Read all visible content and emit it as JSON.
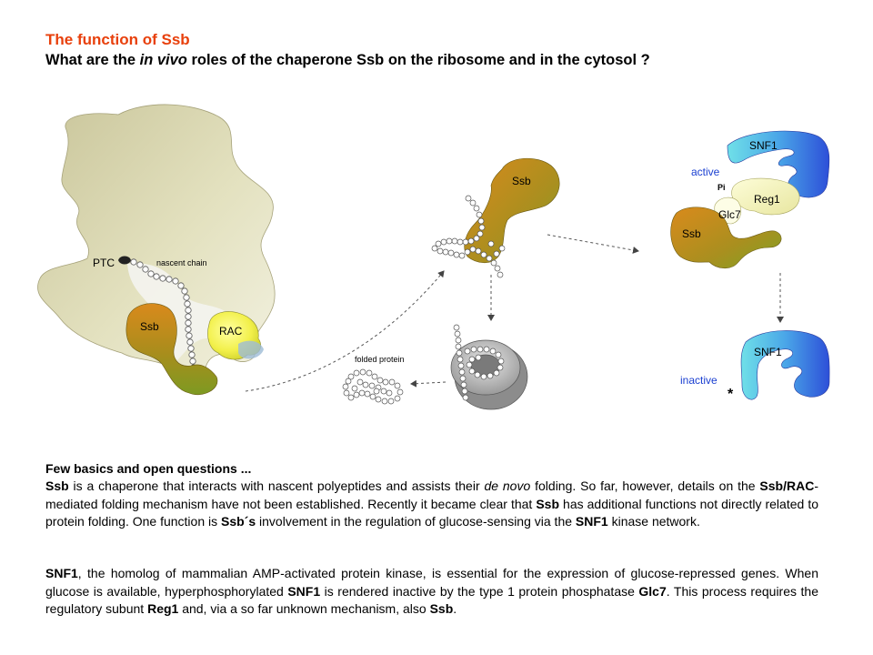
{
  "header": {
    "title": "The function of Ssb",
    "subtitle_pre": "What are the ",
    "subtitle_em": "in vivo",
    "subtitle_post": " roles of the chaperone Ssb on the ribosome and in the cytosol ?"
  },
  "figure": {
    "ptc_label": "PTC",
    "nascent_chain_label": "nascent chain",
    "ssb_ribosome_label": "Ssb",
    "rac_label": "RAC",
    "ssb_top_label": "Ssb",
    "folded_protein_label": "folded protein",
    "active_label": "active",
    "snf1_active_label": "SNF1",
    "pi_label": "Pi",
    "reg1_label": "Reg1",
    "glc7_label": "Glc7",
    "ssb_complex_label": "Ssb",
    "inactive_label": "inactive",
    "snf1_inactive_label": "SNF1",
    "star_label": "*",
    "colors": {
      "title": "#e8400c",
      "active_inactive": "#1a3fd1"
    }
  },
  "section": {
    "heading": "Few basics and open questions ...",
    "p1": {
      "t1": "Ssb",
      "t2": " is a chaperone that interacts with nascent polyeptides and assists their ",
      "t3": "de novo",
      "t4": " folding.  So far, however, details on the ",
      "t5": "Ssb/RAC",
      "t6": "-mediated folding mechanism have not been established. Recently it became clear that ",
      "t7": "Ssb",
      "t8": " has additional functions not directly related to protein folding. One function is ",
      "t9": "Ssb´s",
      "t10": " involvement in the regulation of glucose-sensing via the ",
      "t11": "SNF1",
      "t12": " kinase network."
    },
    "p2": {
      "t1": "SNF1",
      "t2": ", the homolog of mammalian AMP-activated protein kinase, is essential for the expression of glucose-repressed genes. When glucose is available, hyperphosphorylated ",
      "t3": "SNF1",
      "t4": " is rendered inactive by the type 1 protein phosphatase ",
      "t5": "Glc7",
      "t6": ". This process requires the regulatory subunt ",
      "t7": "Reg1",
      "t8": " and, via a so far unknown mechanism, also ",
      "t9": "Ssb",
      "t10": "."
    }
  }
}
